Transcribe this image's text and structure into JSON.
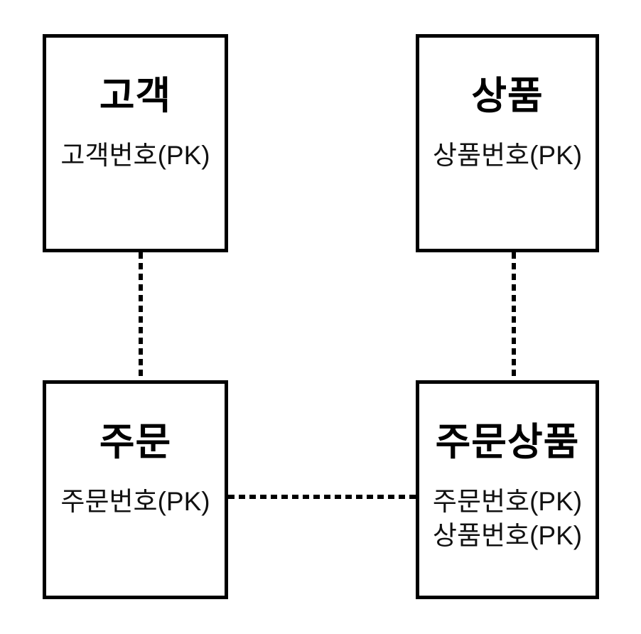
{
  "diagram": {
    "type": "entity-relationship",
    "colors": {
      "background": "#ffffff",
      "border": "#000000",
      "text": "#000000"
    },
    "entities": [
      {
        "id": "customer",
        "title": "고객",
        "attributes": [
          "고객번호(PK)"
        ]
      },
      {
        "id": "product",
        "title": "상품",
        "attributes": [
          "상품번호(PK)"
        ]
      },
      {
        "id": "order",
        "title": "주문",
        "attributes": [
          "주문번호(PK)"
        ]
      },
      {
        "id": "order-product",
        "title": "주문상품",
        "attributes": [
          "주문번호(PK)",
          "상품번호(PK)"
        ]
      }
    ],
    "connectors": [
      {
        "from": "고객",
        "to": "주문",
        "style": "dashed",
        "orientation": "vertical"
      },
      {
        "from": "상품",
        "to": "주문상품",
        "style": "dashed",
        "orientation": "vertical"
      },
      {
        "from": "주문",
        "to": "주문상품",
        "style": "dashed",
        "orientation": "horizontal"
      }
    ]
  }
}
